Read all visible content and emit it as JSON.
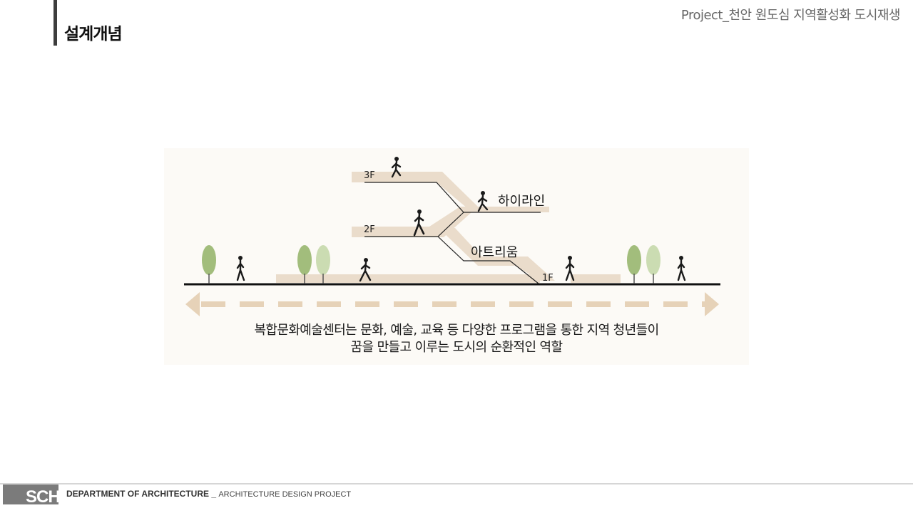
{
  "header": {
    "page_title": "설계개념",
    "project_title": "Project_천안 원도심 지역활성화 도시재생"
  },
  "diagram": {
    "floor_labels": [
      "3F",
      "2F",
      "1F"
    ],
    "zone_labels": {
      "highline": "하이라인",
      "atrium": "아트리움"
    },
    "caption_lines": [
      "복합문화예술센터는 문화, 예술, 교육 등 다양한 프로그램을 통한 지역 청년들이",
      "꿈을 만들고 이루는 도시의 순환적인 역할"
    ],
    "colors": {
      "path": "#eadccb",
      "arrow": "#e6d2b8",
      "tree_dark": "#a2bd7c",
      "tree_light": "#cbdcb2",
      "ground": "#111111"
    }
  },
  "footer": {
    "logo_text": "SCH",
    "department": "DEPARTMENT  OF ARCHITECTURE",
    "separator": " _ ",
    "project": "ARCHITECTURE DESIGN PROJECT"
  }
}
